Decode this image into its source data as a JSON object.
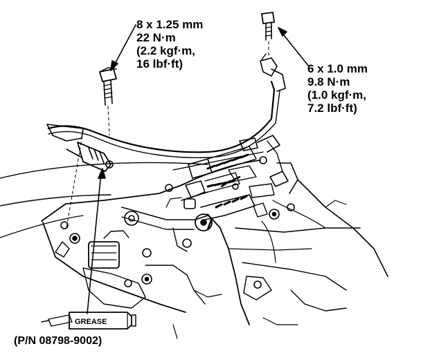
{
  "callouts": {
    "left_bolt": {
      "size": "8 x 1.25 mm",
      "torque_nm": "22 N·m",
      "torque_kgf": "(2.2 kgf·m,",
      "torque_lbf": "16 lbf·ft)"
    },
    "right_bolt": {
      "size": "6 x 1.0 mm",
      "torque_nm": "9.8 N·m",
      "torque_kgf": "(1.0 kgf·m,",
      "torque_lbf": "7.2 lbf·ft)"
    }
  },
  "grease": {
    "label": "GREASE",
    "part_number": "(P/N 08798-9002)"
  },
  "colors": {
    "ink": "#000000",
    "paper": "#ffffff"
  }
}
